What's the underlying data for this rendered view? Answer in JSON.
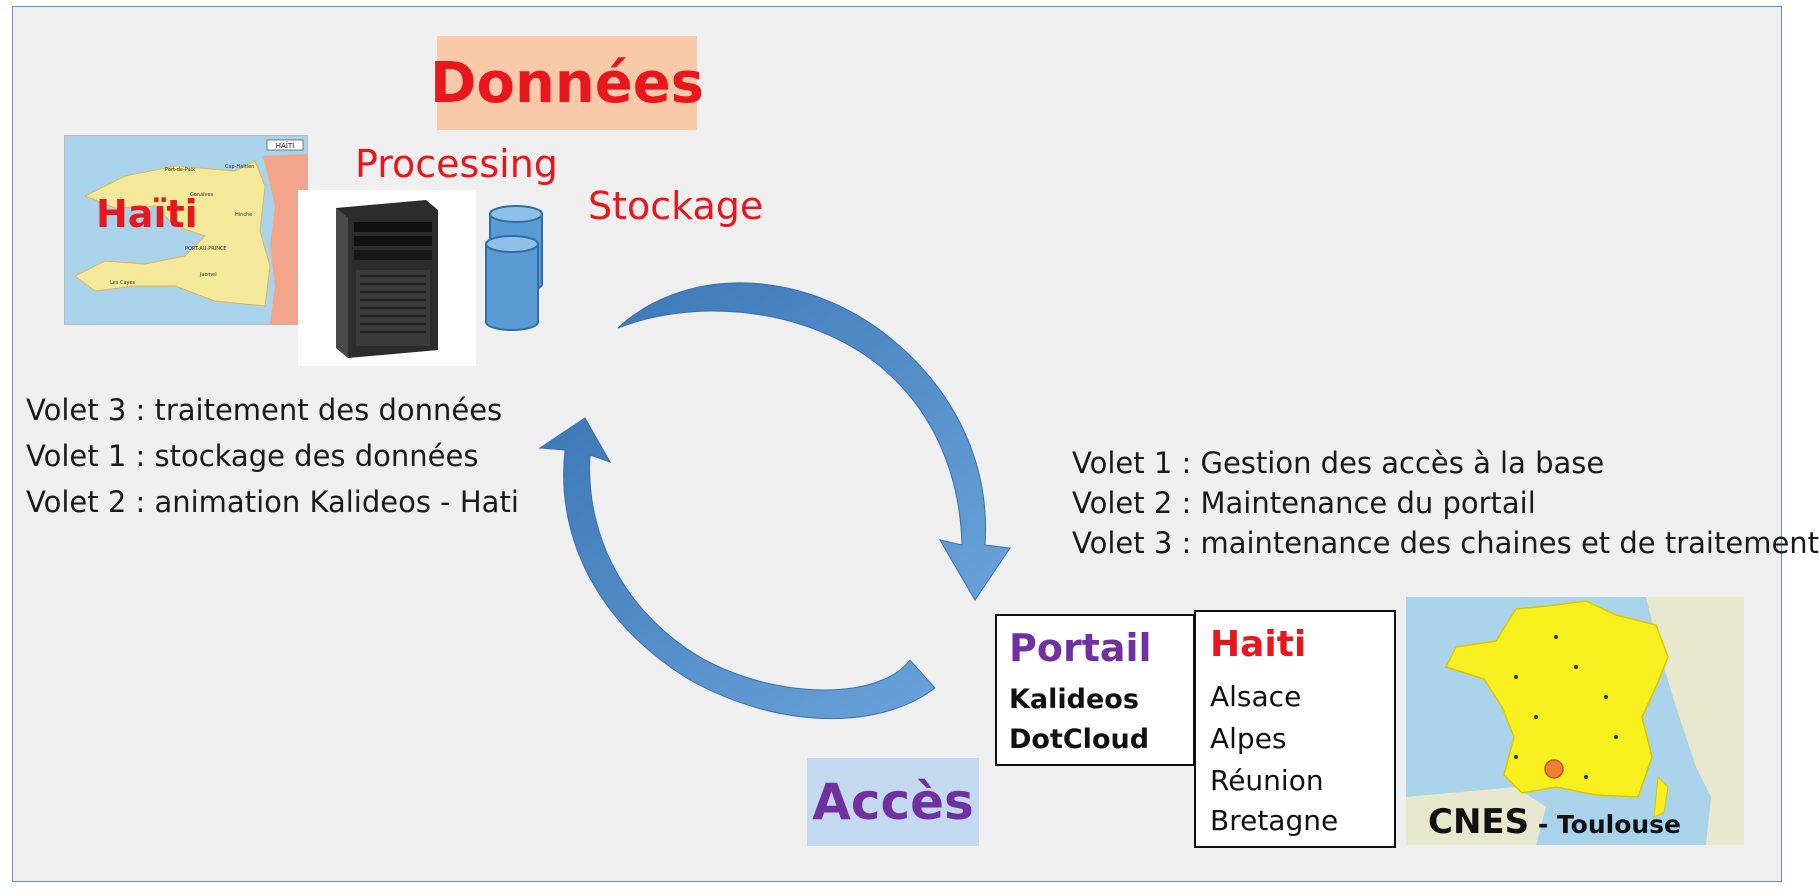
{
  "sections": {
    "donnees": {
      "label": "Données"
    },
    "acces": {
      "label": "Accès"
    }
  },
  "labels": {
    "processing": "Processing",
    "stockage": "Stockage",
    "haiti_map": "Haïti"
  },
  "map_haiti": {
    "corner_tag": "HAÏTI",
    "cities": [
      "Port-de-Paix",
      "Cap-Haïtien",
      "Gonaïves",
      "PORT-AU-PRINCE",
      "Jacmel",
      "Les Cayes",
      "Hinche"
    ]
  },
  "left_volets": [
    "Volet 3 : traitement des données",
    "Volet 1 : stockage des données",
    "Volet 2 : animation Kalideos - Hati"
  ],
  "right_volets": [
    "Volet 1 : Gestion des accès à la base",
    "Volet 2 : Maintenance du portail",
    "Volet 3 : maintenance des chaines et de traitement"
  ],
  "portail": {
    "title": "Portail",
    "items": [
      "Kalideos",
      "DotCloud"
    ]
  },
  "sites": {
    "title": "Haiti",
    "items": [
      "Alsace",
      "Alpes",
      "Réunion",
      "Bretagne"
    ]
  },
  "cnes": {
    "name": "CNES",
    "separator": " - ",
    "city": "Toulouse"
  },
  "colors": {
    "red": "#e8171e",
    "purple": "#7030a0",
    "arrow_blue": "#4a86c4",
    "donnees_bg": "#f9c9a9",
    "acces_bg": "#c2d9ef"
  }
}
